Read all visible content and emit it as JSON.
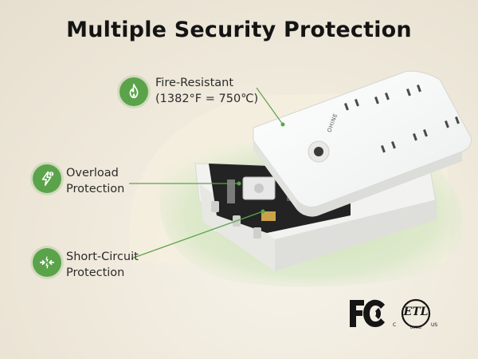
{
  "title": "Multiple Security Protection",
  "features": [
    {
      "icon": "flame-icon",
      "line1": "Fire-Resistant",
      "line2": "(1382°F = 750℃)"
    },
    {
      "icon": "lightning-icon",
      "line1": "Overload",
      "line2": "Protection"
    },
    {
      "icon": "short-circuit-icon",
      "line1": "Short-Circuit",
      "line2": "Protection"
    }
  ],
  "product": {
    "brand": "OHINE"
  },
  "certifications": {
    "fcc": "FC",
    "etl": {
      "mark": "ETL",
      "left": "C",
      "right": "US",
      "sub": "LISTED"
    }
  },
  "colors": {
    "accent": "#5ba34a",
    "glow": "#bcd9a4",
    "text": "#141414"
  }
}
